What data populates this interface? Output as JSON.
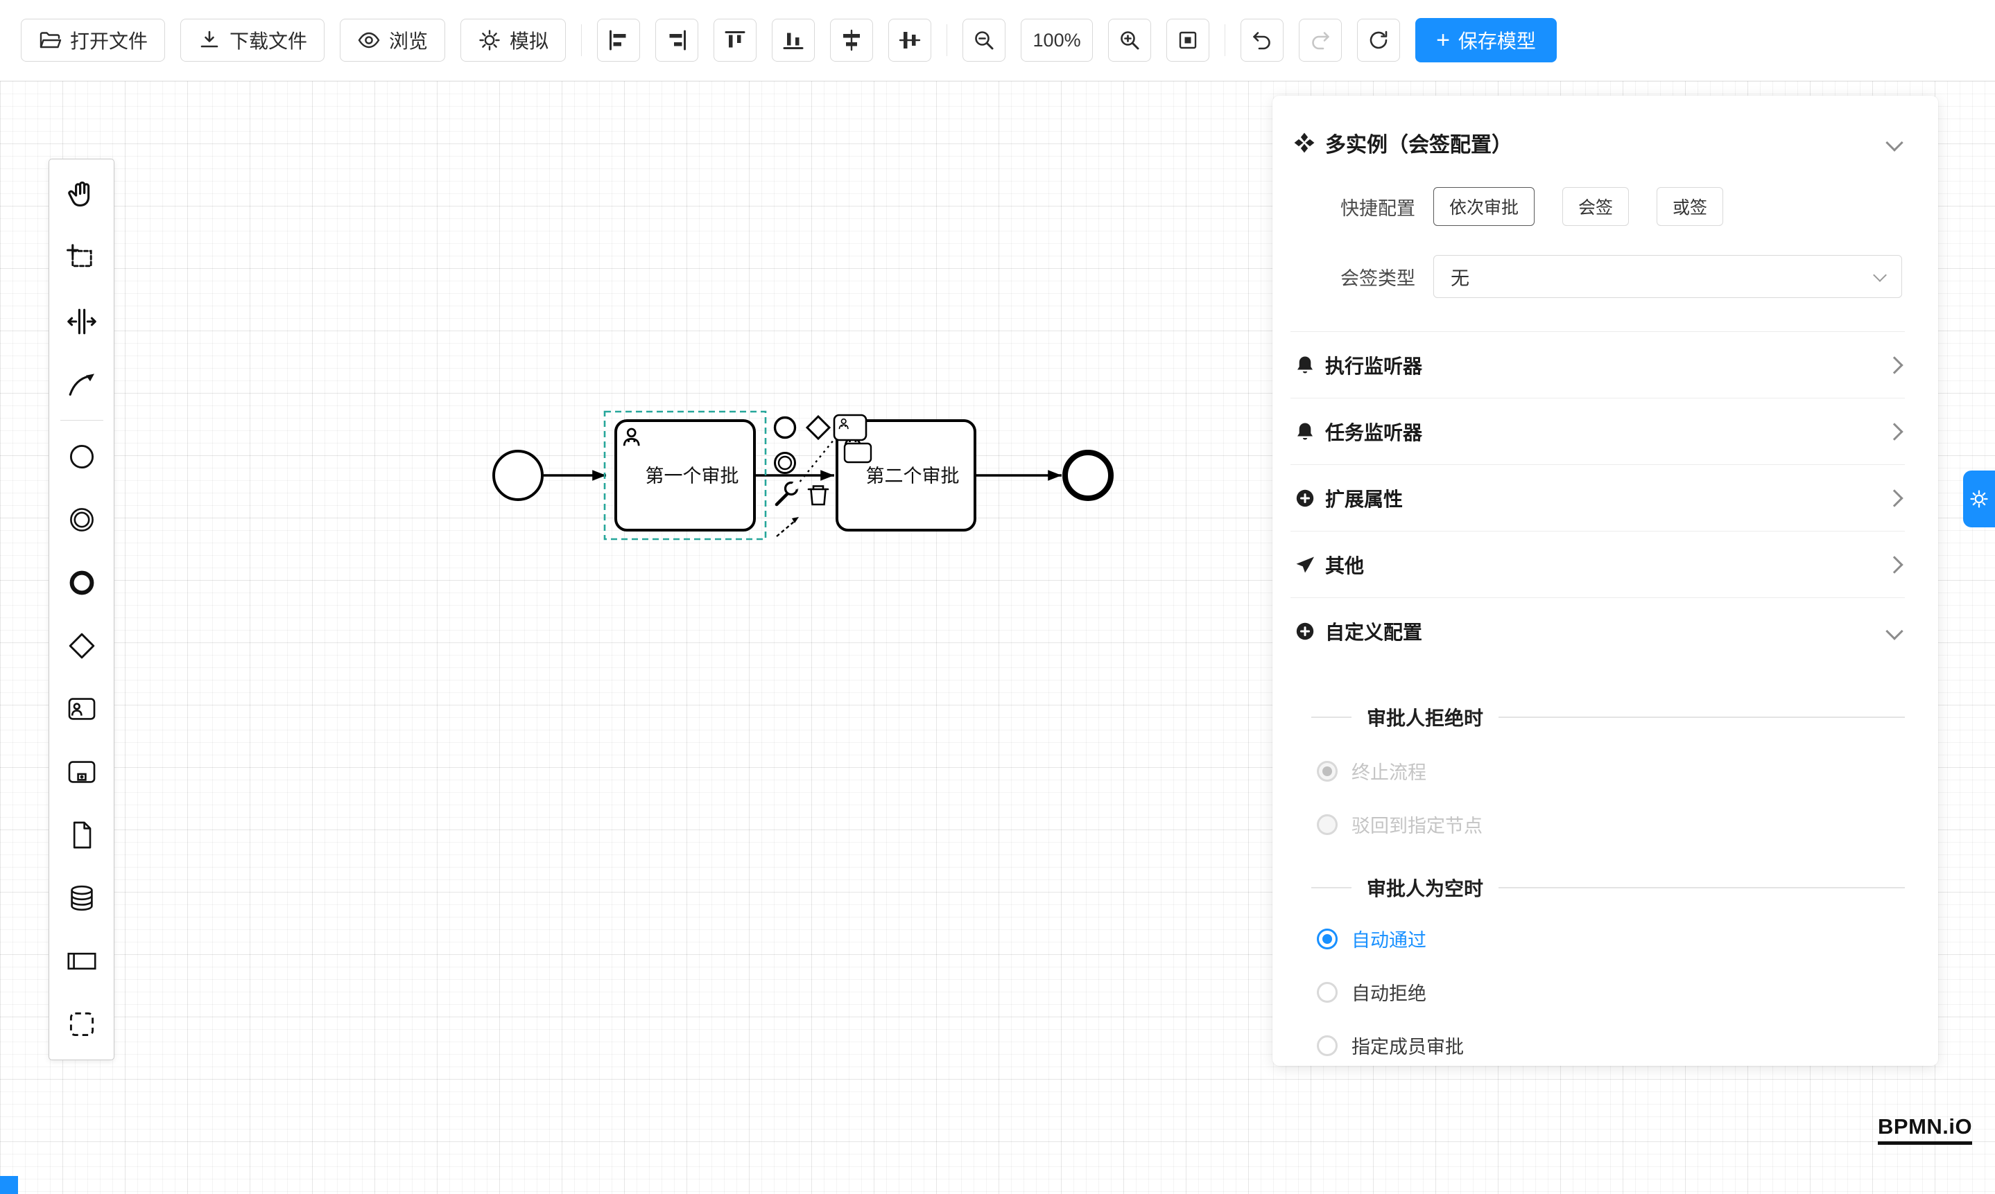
{
  "toolbar": {
    "open_label": "打开文件",
    "download_label": "下载文件",
    "preview_label": "浏览",
    "simulate_label": "模拟",
    "zoom_level": "100%",
    "save_plus": "+",
    "save_label": "保存模型"
  },
  "canvas": {
    "task1_label": "第一个审批",
    "task2_label": "第二个审批"
  },
  "panel": {
    "title": "多实例（会签配置）",
    "quick_label": "快捷配置",
    "quick_options": [
      "依次审批",
      "会签",
      "或签"
    ],
    "type_label": "会签类型",
    "type_value": "无",
    "sections": [
      "执行监听器",
      "任务监听器",
      "扩展属性",
      "其他",
      "自定义配置"
    ],
    "reject_heading": "审批人拒绝时",
    "reject_options": [
      "终止流程",
      "驳回到指定节点"
    ],
    "empty_heading": "审批人为空时",
    "empty_options": [
      "自动通过",
      "自动拒绝",
      "指定成员审批"
    ]
  },
  "watermark": "BPMN.iO",
  "colors": {
    "primary": "#1890ff",
    "selection": "#26a69a",
    "shape_stroke": "#000000"
  },
  "icons": {
    "toolbar": [
      "folder-open-icon",
      "download-icon",
      "eye-icon",
      "gear-ticks-icon",
      "align-left-icon",
      "align-right-icon",
      "align-top-icon",
      "align-bottom-icon",
      "align-center-horizontal-icon",
      "align-middle-vertical-icon",
      "zoom-out-icon",
      "zoom-in-icon",
      "fit-viewport-icon",
      "undo-icon",
      "redo-icon",
      "reset-icon",
      "plus-icon"
    ],
    "palette": [
      "hand-icon",
      "lasso-icon",
      "space-tool-icon",
      "connect-arrow-icon",
      "circle-icon",
      "double-circle-icon",
      "thick-circle-icon",
      "diamond-icon",
      "user-task-icon",
      "subprocess-icon",
      "file-icon",
      "database-icon",
      "pool-icon",
      "group-icon"
    ],
    "panel": [
      "multi-instance-icon",
      "bell-icon",
      "plus-circle-icon",
      "send-icon",
      "chevron-down-icon",
      "chevron-right-icon"
    ],
    "context_pad": [
      "circle-icon",
      "diamond-icon",
      "task-icon",
      "double-circle-icon",
      "wrench-icon",
      "trash-icon",
      "dashed-arrow-icon"
    ]
  }
}
